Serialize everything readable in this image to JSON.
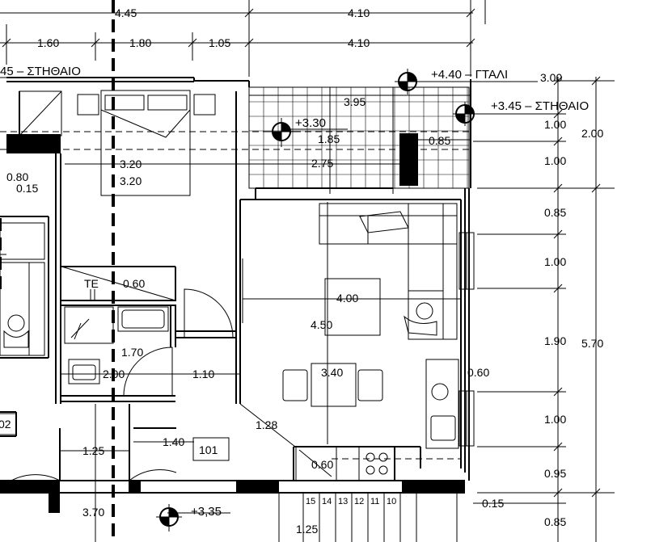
{
  "top_dims_row1": [
    "4.45",
    "4.10"
  ],
  "top_dims_row2": [
    "1.60",
    "1.80",
    "1.05",
    "4.10"
  ],
  "levels": {
    "left_landing": "45  –  ΣΤΗΘΑΙΟ",
    "roof": "+4.40  –  ΓΤΑΛΙ",
    "right_landing": "+3.45  –  ΣΤΗΘΑΙΟ",
    "terrace": "+3.30",
    "entrance": "+3,35"
  },
  "terrace_dims": [
    "3.95",
    "1.85",
    "0.85",
    "2.75"
  ],
  "left_dims": [
    "3.20",
    "3.20",
    "0.80",
    "0.15",
    "0.60",
    "1.70",
    "2.00",
    "1.10",
    "1.25",
    "1.40",
    "3.70",
    "1.25",
    "0.60",
    "1.28"
  ],
  "room_labels": {
    "te": "ΤΕ",
    "room_id": "101",
    "room_prev": "02"
  },
  "living_dims": [
    "4.00",
    "4.50",
    "3.40",
    "0.60"
  ],
  "right_dims_col1": [
    "3.00",
    "1.00",
    "1.00",
    "0.85",
    "1.00",
    "1.90",
    "1.00",
    "0.95",
    "0.15",
    "0.85"
  ],
  "right_dims_col2": [
    "2.00",
    "5.70"
  ],
  "stair_steps": [
    "15",
    "14",
    "13",
    "12",
    "11",
    "10"
  ]
}
